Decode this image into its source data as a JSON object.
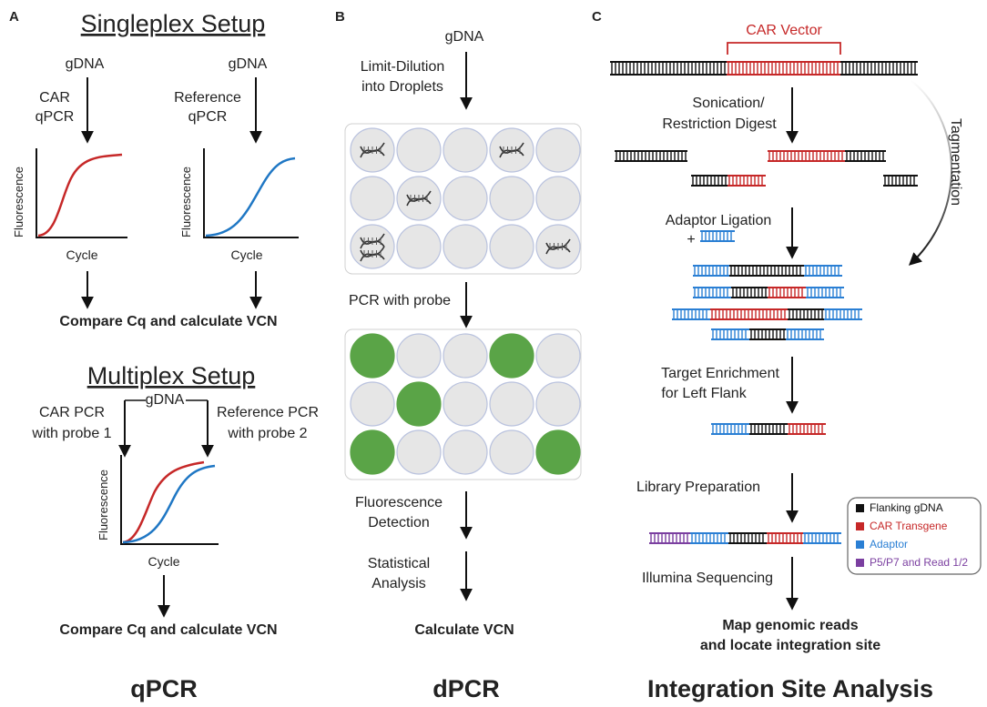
{
  "colors": {
    "car_red": "#c62828",
    "reference_blue": "#1f77c4",
    "droplet_gray": "#e6e6e6",
    "droplet_border": "#b9c2de",
    "positive_green": "#5aa447",
    "flank_black": "#111111",
    "adaptor_blue": "#2a7fd4",
    "p5p7_purple": "#7b3fa0"
  },
  "panel_a": {
    "letter": "A",
    "singleplex_title": "Singleplex Setup",
    "gdna_left": "gDNA",
    "gdna_right": "gDNA",
    "car_qpcr_line1": "CAR",
    "car_qpcr_line2": "qPCR",
    "ref_qpcr_line1": "Reference",
    "ref_qpcr_line2": "qPCR",
    "ylabel": "Fluorescence",
    "xlabel": "Cycle",
    "compare_singleplex": "Compare Cq and calculate VCN",
    "multiplex_title": "Multiplex Setup",
    "gdna_multiplex": "gDNA",
    "car_pcr_line1": "CAR PCR",
    "car_pcr_line2": "with probe 1",
    "ref_pcr_line1": "Reference PCR",
    "ref_pcr_line2": "with probe 2",
    "multiplex_ylabel": "Fluorescence",
    "multiplex_xlabel": "Cycle",
    "compare_multiplex": "Compare Cq and calculate VCN",
    "footer": "qPCR"
  },
  "panel_b": {
    "letter": "B",
    "gdna": "gDNA",
    "dilution_line1": "Limit-Dilution",
    "dilution_line2": "into Droplets",
    "grid_top_dna": [
      [
        1,
        0,
        0,
        1,
        0
      ],
      [
        0,
        1,
        0,
        0,
        0
      ],
      [
        2,
        0,
        0,
        0,
        1
      ]
    ],
    "pcr_probe": "PCR with probe",
    "grid_bottom_positive": [
      [
        1,
        0,
        0,
        1,
        0
      ],
      [
        0,
        1,
        0,
        0,
        0
      ],
      [
        1,
        0,
        0,
        0,
        1
      ]
    ],
    "fluor_line1": "Fluorescence",
    "fluor_line2": "Detection",
    "stat_line1": "Statistical",
    "stat_line2": "Analysis",
    "calculate": "Calculate VCN",
    "footer": "dPCR"
  },
  "panel_c": {
    "letter": "C",
    "vector_label": "CAR Vector",
    "sonication_line1": "Sonication/",
    "sonication_line2": "Restriction Digest",
    "tagmentation": "Tagmentation",
    "adaptor_ligation": "Adaptor Ligation",
    "plus": "+",
    "enrich_line1": "Target Enrichment",
    "enrich_line2": "for Left Flank",
    "library": "Library Preparation",
    "illumina": "Illumina Sequencing",
    "map_line1": "Map genomic reads",
    "map_line2": "and locate integration site",
    "legend": [
      {
        "label": "Flanking gDNA",
        "color": "#111111"
      },
      {
        "label": "CAR Transgene",
        "color": "#c62828"
      },
      {
        "label": "Adaptor",
        "color": "#2a7fd4"
      },
      {
        "label": "P5/P7 and Read 1/2",
        "color": "#7b3fa0"
      }
    ],
    "footer": "Integration Site Analysis"
  }
}
